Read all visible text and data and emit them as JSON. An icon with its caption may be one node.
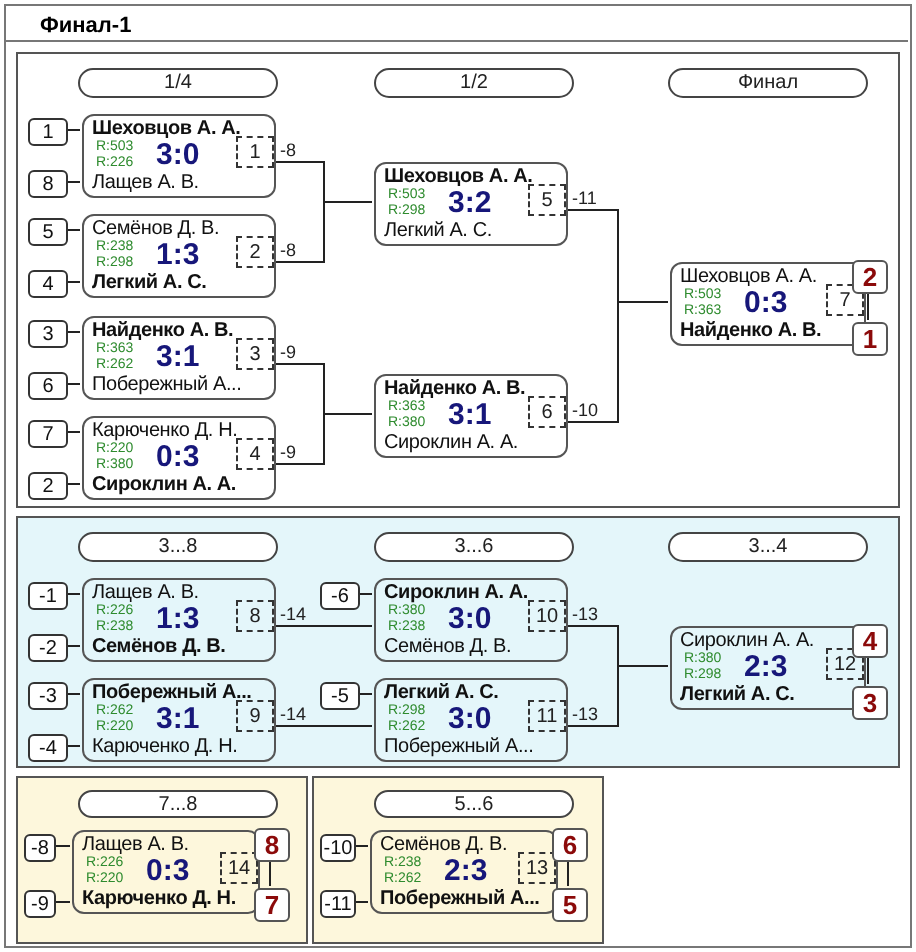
{
  "diagram": {
    "title": "Финал-1",
    "nodes": [
      {
        "text": [],
        "shape": "box"
      },
      {
        "text": [
          "1/4"
        ],
        "in": 0
      },
      {
        "text": [
          "1/2"
        ],
        "in": 0
      },
      {
        "text": [
          "Финал"
        ],
        "in": 0
      },
      {
        "text": [
          "1"
        ],
        "in": 0
      },
      {
        "text": [
          "Шеховцов А. А.",
          "R:503",
          "3:0",
          "R:226",
          "Лащев А. В."
        ],
        "in": 0
      },
      {
        "text": [
          "1"
        ],
        "in": 5
      },
      {
        "text": [
          "8"
        ],
        "in": 0
      },
      {
        "text": [
          "5"
        ],
        "in": 0
      },
      {
        "text": [
          "Семёнов Д. В.",
          "R:238",
          "1:3",
          "R:298",
          "Легкий А. С."
        ],
        "in": 0
      },
      {
        "text": [
          "2"
        ],
        "in": 9
      },
      {
        "text": [
          "4"
        ],
        "in": 0
      },
      {
        "text": [
          "3"
        ],
        "in": 0
      },
      {
        "text": [
          "Найденко А. В.",
          "R:363",
          "3:1",
          "R:262",
          "Побережный А..."
        ],
        "in": 0
      },
      {
        "text": [
          "3"
        ],
        "in": 13
      },
      {
        "text": [
          "6"
        ],
        "in": 0
      },
      {
        "text": [
          "7"
        ],
        "in": 0
      },
      {
        "text": [
          "Карюченко Д. Н.",
          "R:220",
          "0:3",
          "R:380",
          "Сироклин А. А."
        ],
        "in": 0
      },
      {
        "text": [
          "4"
        ],
        "in": 17
      },
      {
        "text": [
          "2"
        ],
        "in": 0
      },
      {
        "text": [
          "Шеховцов А. А.",
          "R:503",
          "3:2",
          "R:298",
          "Легкий А. С."
        ],
        "in": 0
      },
      {
        "text": [
          "5"
        ],
        "in": 20
      },
      {
        "text": [
          "Найденко А. В.",
          "R:363",
          "3:1",
          "R:380",
          "Сироклин А. А."
        ],
        "in": 0
      },
      {
        "text": [
          "6"
        ],
        "in": 22
      },
      {
        "text": [
          "Шеховцов А. А.",
          "R:503",
          "0:3",
          "R:363",
          "Найденко А. В."
        ],
        "in": 0
      },
      {
        "text": [
          "7"
        ],
        "in": 24
      },
      {
        "text": [
          "2"
        ],
        "in": 0
      },
      {
        "text": [
          "1"
        ],
        "in": 0
      },
      {
        "text": [],
        "shape": "box"
      },
      {
        "text": [
          "3...8"
        ],
        "in": 28
      },
      {
        "text": [
          "3...6"
        ],
        "in": 28
      },
      {
        "text": [
          "3...4"
        ],
        "in": 28
      },
      {
        "text": [
          "-1"
        ],
        "in": 28
      },
      {
        "text": [
          "Лащев А. В.",
          "R:226",
          "1:3",
          "R:238",
          "Семёнов Д. В."
        ],
        "in": 28
      },
      {
        "text": [
          "8"
        ],
        "in": 33
      },
      {
        "text": [
          "-2"
        ],
        "in": 28
      },
      {
        "text": [
          "-6"
        ],
        "in": 28
      },
      {
        "text": [
          "Сироклин А. А.",
          "R:380",
          "3:0",
          "R:238",
          "Семёнов Д. В."
        ],
        "in": 28
      },
      {
        "text": [
          "10"
        ],
        "in": 37
      },
      {
        "text": [
          "-3"
        ],
        "in": 28
      },
      {
        "text": [
          "Побережный А...",
          "R:262",
          "3:1",
          "R:220",
          "Карюченко Д. Н."
        ],
        "in": 28
      },
      {
        "text": [
          "9"
        ],
        "in": 40
      },
      {
        "text": [
          "-4"
        ],
        "in": 28
      },
      {
        "text": [
          "-5"
        ],
        "in": 28
      },
      {
        "text": [
          "Легкий А. С.",
          "R:298",
          "3:0",
          "R:262",
          "Побережный А..."
        ],
        "in": 28
      },
      {
        "text": [
          "11"
        ],
        "in": 44
      },
      {
        "text": [
          "Сироклин А. А.",
          "R:380",
          "2:3",
          "R:298",
          "Легкий А. С."
        ],
        "in": 28
      },
      {
        "text": [
          "12"
        ],
        "in": 46
      },
      {
        "text": [
          "4"
        ],
        "in": 28
      },
      {
        "text": [
          "3"
        ],
        "in": 28
      },
      {
        "text": [],
        "shape": "box"
      },
      {
        "text": [
          "7...8"
        ],
        "in": 50
      },
      {
        "text": [
          "-8"
        ],
        "in": 50
      },
      {
        "text": [
          "Лащев А. В.",
          "R:226",
          "0:3",
          "R:220",
          "Карюченко Д. Н."
        ],
        "in": 50
      },
      {
        "text": [
          "14"
        ],
        "in": 53
      },
      {
        "text": [
          "-9"
        ],
        "in": 50
      },
      {
        "text": [
          "8"
        ],
        "in": 50
      },
      {
        "text": [
          "7"
        ],
        "in": 50
      },
      {
        "text": [],
        "shape": "box"
      },
      {
        "text": [
          "5...6"
        ],
        "in": 58
      },
      {
        "text": [
          "-10"
        ],
        "in": 58
      },
      {
        "text": [
          "Семёнов Д. В.",
          "R:238",
          "2:3",
          "R:262",
          "Побережный А..."
        ],
        "in": 58
      },
      {
        "text": [
          "13"
        ],
        "in": 61
      },
      {
        "text": [
          "-11"
        ],
        "in": 58
      },
      {
        "text": [
          "6"
        ],
        "in": 58
      },
      {
        "text": [
          "5"
        ],
        "in": 58
      }
    ],
    "edges": [
      {
        "from": 4,
        "to": 5,
        "arrow": "none"
      },
      {
        "from": 7,
        "to": 5,
        "arrow": "none"
      },
      {
        "from": 8,
        "to": 9,
        "arrow": "none"
      },
      {
        "from": 11,
        "to": 9,
        "arrow": "none"
      },
      {
        "from": 12,
        "to": 13,
        "arrow": "none"
      },
      {
        "from": 15,
        "to": 13,
        "arrow": "none"
      },
      {
        "from": 16,
        "to": 17,
        "arrow": "none"
      },
      {
        "from": 19,
        "to": 17,
        "arrow": "none"
      },
      {
        "from": 5,
        "to": 20,
        "arrow": "none",
        "label": "-8"
      },
      {
        "from": 9,
        "to": 20,
        "arrow": "none",
        "label": "-8"
      },
      {
        "from": 13,
        "to": 22,
        "arrow": "none",
        "label": "-9"
      },
      {
        "from": 17,
        "to": 22,
        "arrow": "none",
        "label": "-9"
      },
      {
        "from": 20,
        "to": 24,
        "arrow": "none",
        "label": "-11"
      },
      {
        "from": 22,
        "to": 24,
        "arrow": "none",
        "label": "-10"
      },
      {
        "from": 26,
        "to": 27,
        "arrow": "none"
      },
      {
        "from": 32,
        "to": 33,
        "arrow": "none"
      },
      {
        "from": 35,
        "to": 33,
        "arrow": "none"
      },
      {
        "from": 39,
        "to": 40,
        "arrow": "none"
      },
      {
        "from": 42,
        "to": 40,
        "arrow": "none"
      },
      {
        "from": 36,
        "to": 37,
        "arrow": "none"
      },
      {
        "from": 43,
        "to": 44,
        "arrow": "none"
      },
      {
        "from": 33,
        "to": 37,
        "arrow": "none",
        "label": "-14"
      },
      {
        "from": 40,
        "to": 44,
        "arrow": "none",
        "label": "-14"
      },
      {
        "from": 37,
        "to": 46,
        "arrow": "none",
        "label": "-13"
      },
      {
        "from": 44,
        "to": 46,
        "arrow": "none",
        "label": "-13"
      },
      {
        "from": 48,
        "to": 49,
        "arrow": "none"
      },
      {
        "from": 52,
        "to": 53,
        "arrow": "none"
      },
      {
        "from": 55,
        "to": 53,
        "arrow": "none"
      },
      {
        "from": 56,
        "to": 57,
        "arrow": "none"
      },
      {
        "from": 60,
        "to": 61,
        "arrow": "none"
      },
      {
        "from": 63,
        "to": 61,
        "arrow": "none"
      },
      {
        "from": 64,
        "to": 65,
        "arrow": "none"
      }
    ]
  }
}
